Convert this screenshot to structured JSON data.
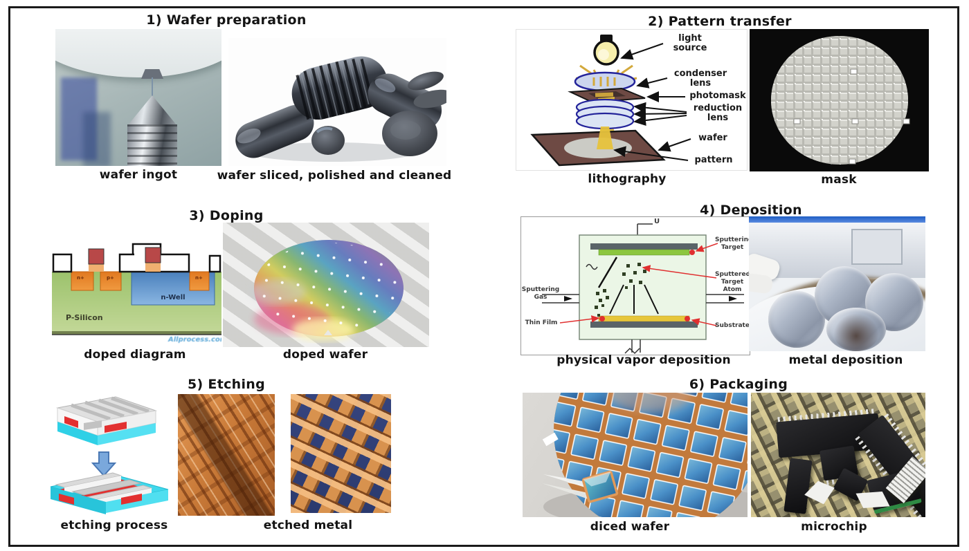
{
  "colors": {
    "frame": "#1a1a1a",
    "background": "#ffffff",
    "doping_green": "#a5c473",
    "doping_blue": "#5b8fc9",
    "doping_orange": "#e8832a",
    "pvd_chamber_green": "#ebf6e6",
    "pvd_target_green": "#8cc63f",
    "pvd_substrate_yellow": "#e6c63a",
    "etch_cyan": "#3ed5ea",
    "etch_red": "#e23030",
    "wafer_copper": "#c27a3c"
  },
  "sections": {
    "s1": {
      "title": "1) Wafer preparation",
      "captions": {
        "left": "wafer ingot",
        "right": "wafer sliced, polished and cleaned"
      }
    },
    "s2": {
      "title": "2) Pattern transfer",
      "captions": {
        "left": "lithography",
        "right": "mask"
      },
      "labels": {
        "light_source": "light source",
        "condenser_lens": "condenser lens",
        "photomask": "photomask",
        "reduction_lens": "reduction lens",
        "wafer": "wafer",
        "pattern": "pattern"
      }
    },
    "s3": {
      "title": "3) Doping",
      "captions": {
        "left": "doped diagram",
        "right": "doped wafer"
      },
      "labels": {
        "substrate": "P-Silicon",
        "well": "n-Well",
        "region_left": "n+",
        "region_mid": "p+",
        "region_right": "n+",
        "watermark": "Allprocess.com"
      }
    },
    "s4": {
      "title": "4) Deposition",
      "captions": {
        "left": "physical vapor deposition",
        "right": "metal deposition"
      },
      "labels": {
        "voltage": "U",
        "sputtering_target": "Sputtering Target",
        "sputtered_target_atom": "Sputtered Target Atom",
        "sputtering_gas": "Sputtering Gas",
        "thin_film": "Thin Film",
        "substrate": "Substrate"
      }
    },
    "s5": {
      "title": "5) Etching",
      "captions": {
        "left": "etching process",
        "right": "etched metal"
      }
    },
    "s6": {
      "title": "6) Packaging",
      "captions": {
        "left": "diced wafer",
        "right": "microchip"
      }
    }
  }
}
